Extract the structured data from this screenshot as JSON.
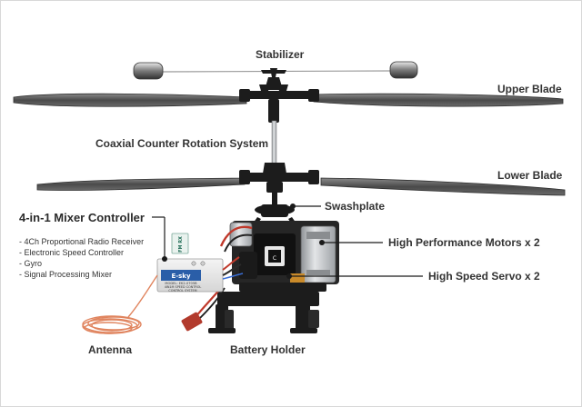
{
  "labels": {
    "stabilizer": "Stabilizer",
    "upper_blade": "Upper Blade",
    "coaxial": "Coaxial Counter Rotation System",
    "lower_blade": "Lower Blade",
    "swashplate": "Swashplate",
    "mixer_title": "4-in-1 Mixer Controller",
    "motors": "High Performance Motors x 2",
    "servo": "High Speed Servo x 2",
    "antenna": "Antenna",
    "battery_holder": "Battery Holder"
  },
  "mixer_features": [
    "4Ch Proportional Radio Receiver",
    "Electronic Speed Controller",
    "Gyro",
    "Signal Processing Mixer"
  ],
  "board": {
    "brand": "E-sky",
    "model_line": "MODEL: EK2-0705B",
    "desc_line1": "4IN1M SPEED CONTROL",
    "desc_line2": "CONTROL SYSTEM",
    "crystal_label": "FM RX"
  },
  "colors": {
    "blade": "#5a5a5a",
    "frame_plastic": "#1c1c1c",
    "board_blue": "#2a5ea8",
    "motor_metal": "#b9bcbf",
    "antenna_wire": "#e0845e",
    "wire_red": "#c0392b"
  }
}
